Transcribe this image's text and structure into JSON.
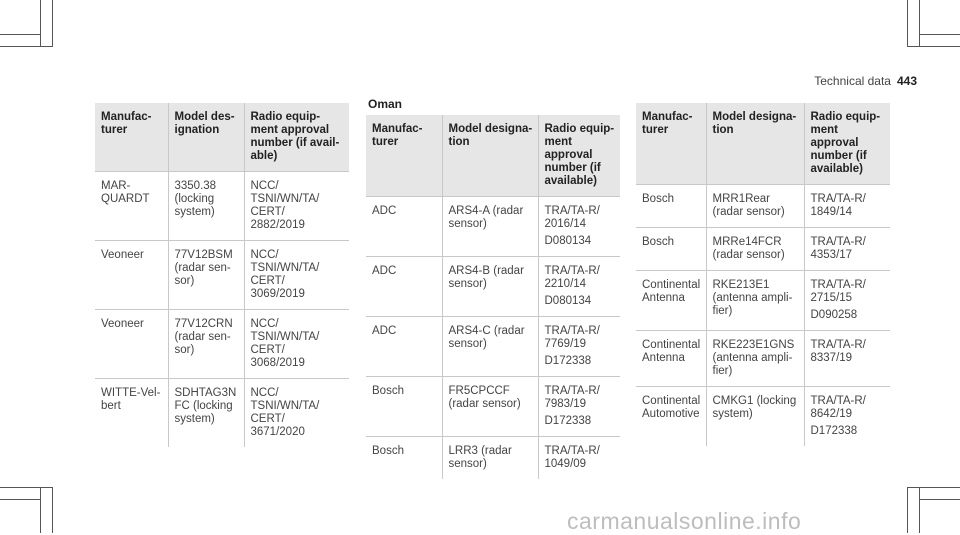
{
  "header": {
    "section": "Technical data",
    "page_number": "443"
  },
  "table1": {
    "headers": [
      "Manufac-\nturer",
      "Model des-\nignation",
      "Radio equip-\nment approval\nnumber (if avail-\nable)"
    ],
    "rows": [
      [
        "MAR-\nQUARDT",
        "3350.38\n(locking\nsystem)",
        "NCC/\nTSNI/WN/TA/\nCERT/\n2882/2019"
      ],
      [
        "Veoneer",
        "77V12BSM\n(radar sen-\nsor)",
        "NCC/\nTSNI/WN/TA/\nCERT/\n3069/2019"
      ],
      [
        "Veoneer",
        "77V12CRN\n(radar sen-\nsor)",
        "NCC/\nTSNI/WN/TA/\nCERT/\n3068/2019"
      ],
      [
        "WITTE-Vel-\nbert",
        "SDHTAG3N\nFC (locking\nsystem)",
        "NCC/\nTSNI/WN/TA/\nCERT/\n3671/2020"
      ]
    ]
  },
  "table2": {
    "title": "Oman",
    "headers": [
      "Manufac-\nturer",
      "Model designa-\ntion",
      "Radio equip-\nment\napproval\nnumber (if\navailable)"
    ],
    "rows": [
      [
        "ADC",
        "ARS4-A (radar\nsensor)",
        "TRA/TA-R/\n2016/14",
        "D080134"
      ],
      [
        "ADC",
        "ARS4-B (radar\nsensor)",
        "TRA/TA-R/\n2210/14",
        "D080134"
      ],
      [
        "ADC",
        "ARS4-C (radar\nsensor)",
        "TRA/TA-R/\n7769/19",
        "D172338"
      ],
      [
        "Bosch",
        "FR5CPCCF\n(radar sensor)",
        "TRA/TA-R/\n7983/19",
        "D172338"
      ],
      [
        "Bosch",
        "LRR3 (radar\nsensor)",
        "TRA/TA-R/\n1049/09",
        ""
      ]
    ]
  },
  "table3": {
    "headers": [
      "Manufac-\nturer",
      "Model designa-\ntion",
      "Radio equip-\nment\napproval\nnumber (if\navailable)"
    ],
    "rows": [
      [
        "Bosch",
        "MRR1Rear\n(radar sensor)",
        "TRA/TA-R/\n1849/14",
        ""
      ],
      [
        "Bosch",
        "MRRe14FCR\n(radar sensor)",
        "TRA/TA-R/\n4353/17",
        ""
      ],
      [
        "Continental\nAntenna",
        "RKE213E1\n(antenna ampli-\nfier)",
        "TRA/TA-R/\n2715/15",
        "D090258"
      ],
      [
        "Continental\nAntenna",
        "RKE223E1GNS\n(antenna ampli-\nfier)",
        "TRA/TA-R/\n8337/19",
        ""
      ],
      [
        "Continental\nAutomotive",
        "CMKG1 (locking\nsystem)",
        "TRA/TA-R/\n8642/19",
        "D172338"
      ]
    ]
  },
  "watermark": "carmanualsonline.info"
}
